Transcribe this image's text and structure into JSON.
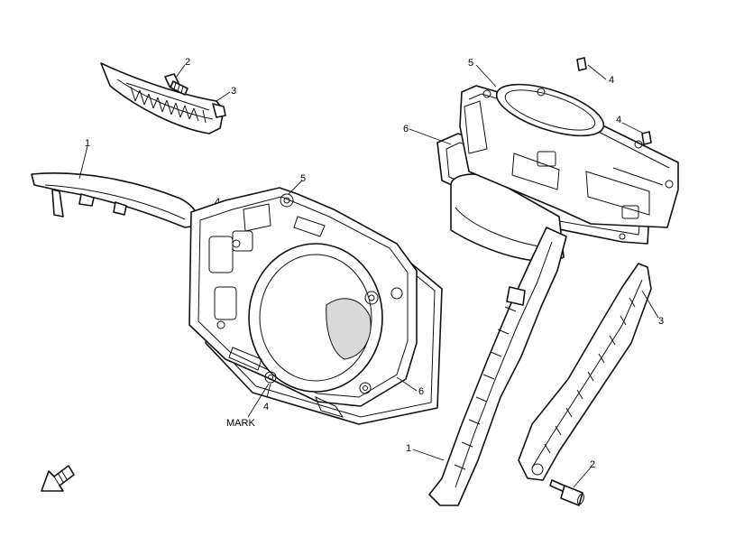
{
  "callouts": {
    "c1": "1",
    "c2": "2",
    "c3": "3",
    "c4": "4",
    "c5": "5",
    "c6": "6"
  },
  "mark_label": "MARK",
  "direction_arrow_icon": "front-arrow-icon"
}
